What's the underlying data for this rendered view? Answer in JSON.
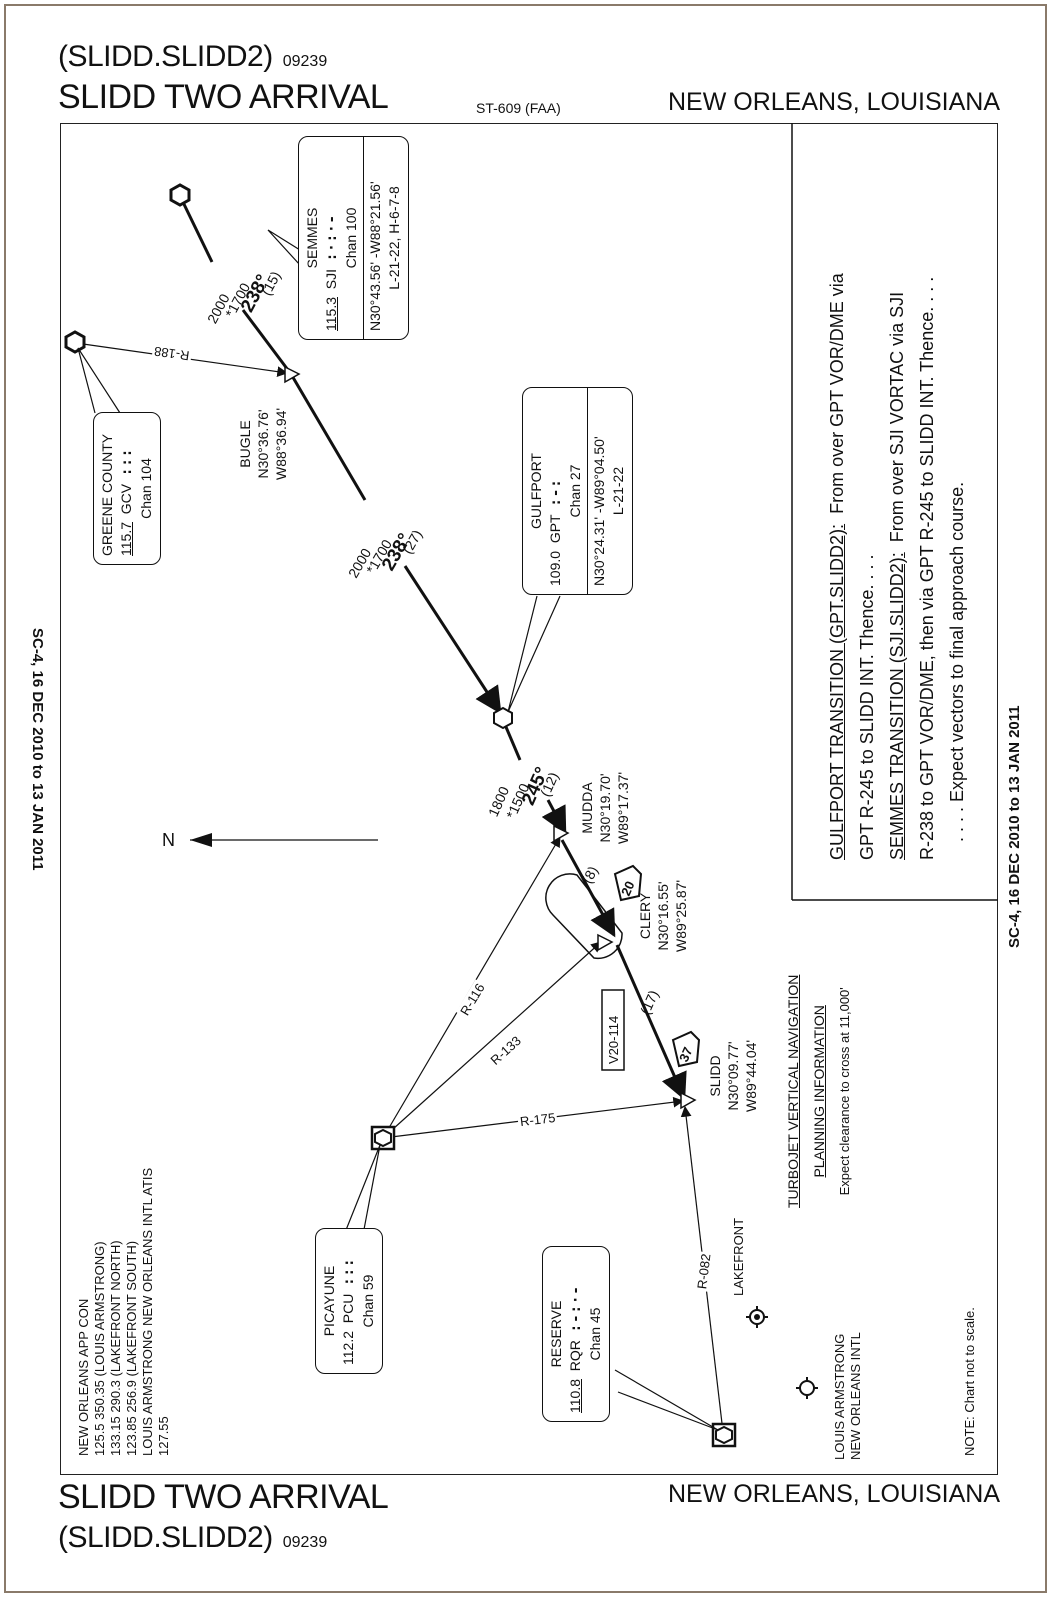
{
  "header": {
    "computer_code": "(SLIDD.SLIDD2)",
    "amendment": "09239",
    "procedure_name": "SLIDD TWO ARRIVAL",
    "chart_id": "ST-609 (FAA)",
    "location": "NEW ORLEANS, LOUISIANA"
  },
  "footer": {
    "procedure_name": "SLIDD TWO ARRIVAL",
    "computer_code": "(SLIDD.SLIDD2)",
    "amendment": "09239",
    "location": "NEW ORLEANS, LOUISIANA"
  },
  "effective_dates": "SC-4, 16 DEC 2010 to 13 JAN 2011",
  "communications": {
    "lines": [
      "NEW ORLEANS APP CON",
      "125.5  350.35  (LOUIS ARMSTRONG)",
      "133.15  290.3  (LAKEFRONT NORTH)",
      "123.85  256.9  (LAKEFRONT SOUTH)",
      "LOUIS ARMSTRONG NEW ORLEANS INTL ATIS",
      "127.55"
    ]
  },
  "procedure_text": {
    "gpt_transition_title": "GULFPORT TRANSITION (GPT.SLIDD2):",
    "gpt_transition_line1": "From over GPT VOR/DME via",
    "gpt_transition_line2": "GPT R-245 to SLIDD INT.  Thence. . . .",
    "sji_transition_title": "SEMMES TRANSITION (SJI.SLIDD2):",
    "sji_transition_line1": "From over SJI VORTAC via SJI",
    "sji_transition_line2": "R-238 to GPT VOR/DME, then via GPT R-245 to SLIDD INT.  Thence. . . .",
    "arrival_line": ". . . . Expect vectors to final approach course."
  },
  "planning": {
    "title1": "TURBOJET VERTICAL NAVIGATION",
    "title2": "PLANNING INFORMATION",
    "text": "Expect clearance to cross at 11,000'"
  },
  "note": "NOTE:  Chart not to scale.",
  "north_label": "N",
  "navaids": {
    "semmes": {
      "name": "SEMMES",
      "freq": "115.3",
      "ident": "SJI",
      "chan": "Chan 100",
      "coords": "N30°43.56' -W88°21.56'",
      "charts": "L-21-22, H-6-7-8"
    },
    "greene_county": {
      "name": "GREENE COUNTY",
      "freq": "115.7",
      "ident": "GCV",
      "chan": "Chan 104"
    },
    "gulfport": {
      "name": "GULFPORT",
      "freq": "109.0",
      "ident": "GPT",
      "chan": "Chan 27",
      "coords": "N30°24.31' -W89°04.50'",
      "charts": "L-21-22"
    },
    "picayune": {
      "name": "PICAYUNE",
      "freq": "112.2",
      "ident": "PCU",
      "chan": "Chan 59"
    },
    "reserve": {
      "name": "RESERVE",
      "freq": "110.8",
      "ident": "RQR",
      "chan": "Chan 45"
    }
  },
  "fixes": {
    "bugle": {
      "name": "BUGLE",
      "lat": "N30°36.76'",
      "lon": "W88°36.94'"
    },
    "mudda": {
      "name": "MUDDA",
      "lat": "N30°19.70'",
      "lon": "W89°17.37'"
    },
    "clery": {
      "name": "CLERY",
      "lat": "N30°16.55'",
      "lon": "W89°25.87'"
    },
    "slidd": {
      "name": "SLIDD",
      "lat": "N30°09.77'",
      "lon": "W89°44.04'"
    }
  },
  "airports": {
    "lakefront": "LAKEFRONT",
    "msy_line1": "LOUIS ARMSTRONG",
    "msy_line2": "NEW ORLEANS INTL"
  },
  "segments": {
    "sji_bugle": {
      "mea": "2000",
      "moca": "*1700",
      "course": "238°",
      "distance": "(15)"
    },
    "bugle_gpt": {
      "mea": "2000",
      "moca": "*1700",
      "course": "238°",
      "distance": "(27)"
    },
    "gpt_mudda": {
      "mea": "1800",
      "moca": "*1500",
      "course": "245°",
      "distance": "(12)"
    },
    "mudda_clery": {
      "distance": "(8)",
      "dme": "20"
    },
    "clery_slidd": {
      "airway": "V20-114",
      "distance": "(17)",
      "dme": "37"
    }
  },
  "radials": {
    "gcv": "R-188",
    "pcu_mudda": "R-116",
    "pcu_clery": "R-133",
    "pcu_slidd": "R-175",
    "rqr_slidd": "R-082"
  }
}
